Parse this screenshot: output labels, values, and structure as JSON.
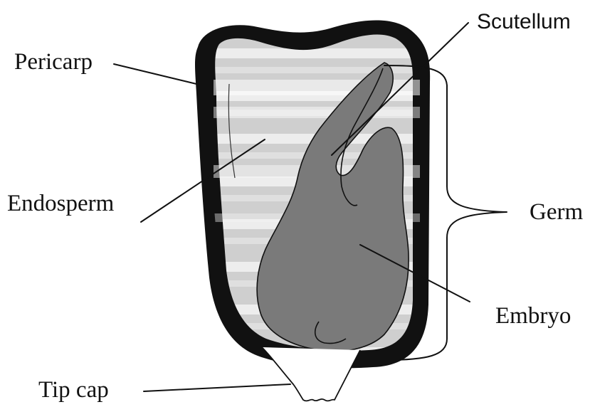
{
  "labels": {
    "pericarp": "Pericarp",
    "scutellum": "Scutellum",
    "endosperm": "Endosperm",
    "germ": "Germ",
    "embryo": "Embryo",
    "tip_cap": "Tip cap"
  },
  "colors": {
    "pericarp": "#111111",
    "endosperm": "#cfcfcf",
    "endosperm_band": "#f4f4f4",
    "germ": "#7a7a7a",
    "line": "#111111",
    "background": "#ffffff"
  }
}
